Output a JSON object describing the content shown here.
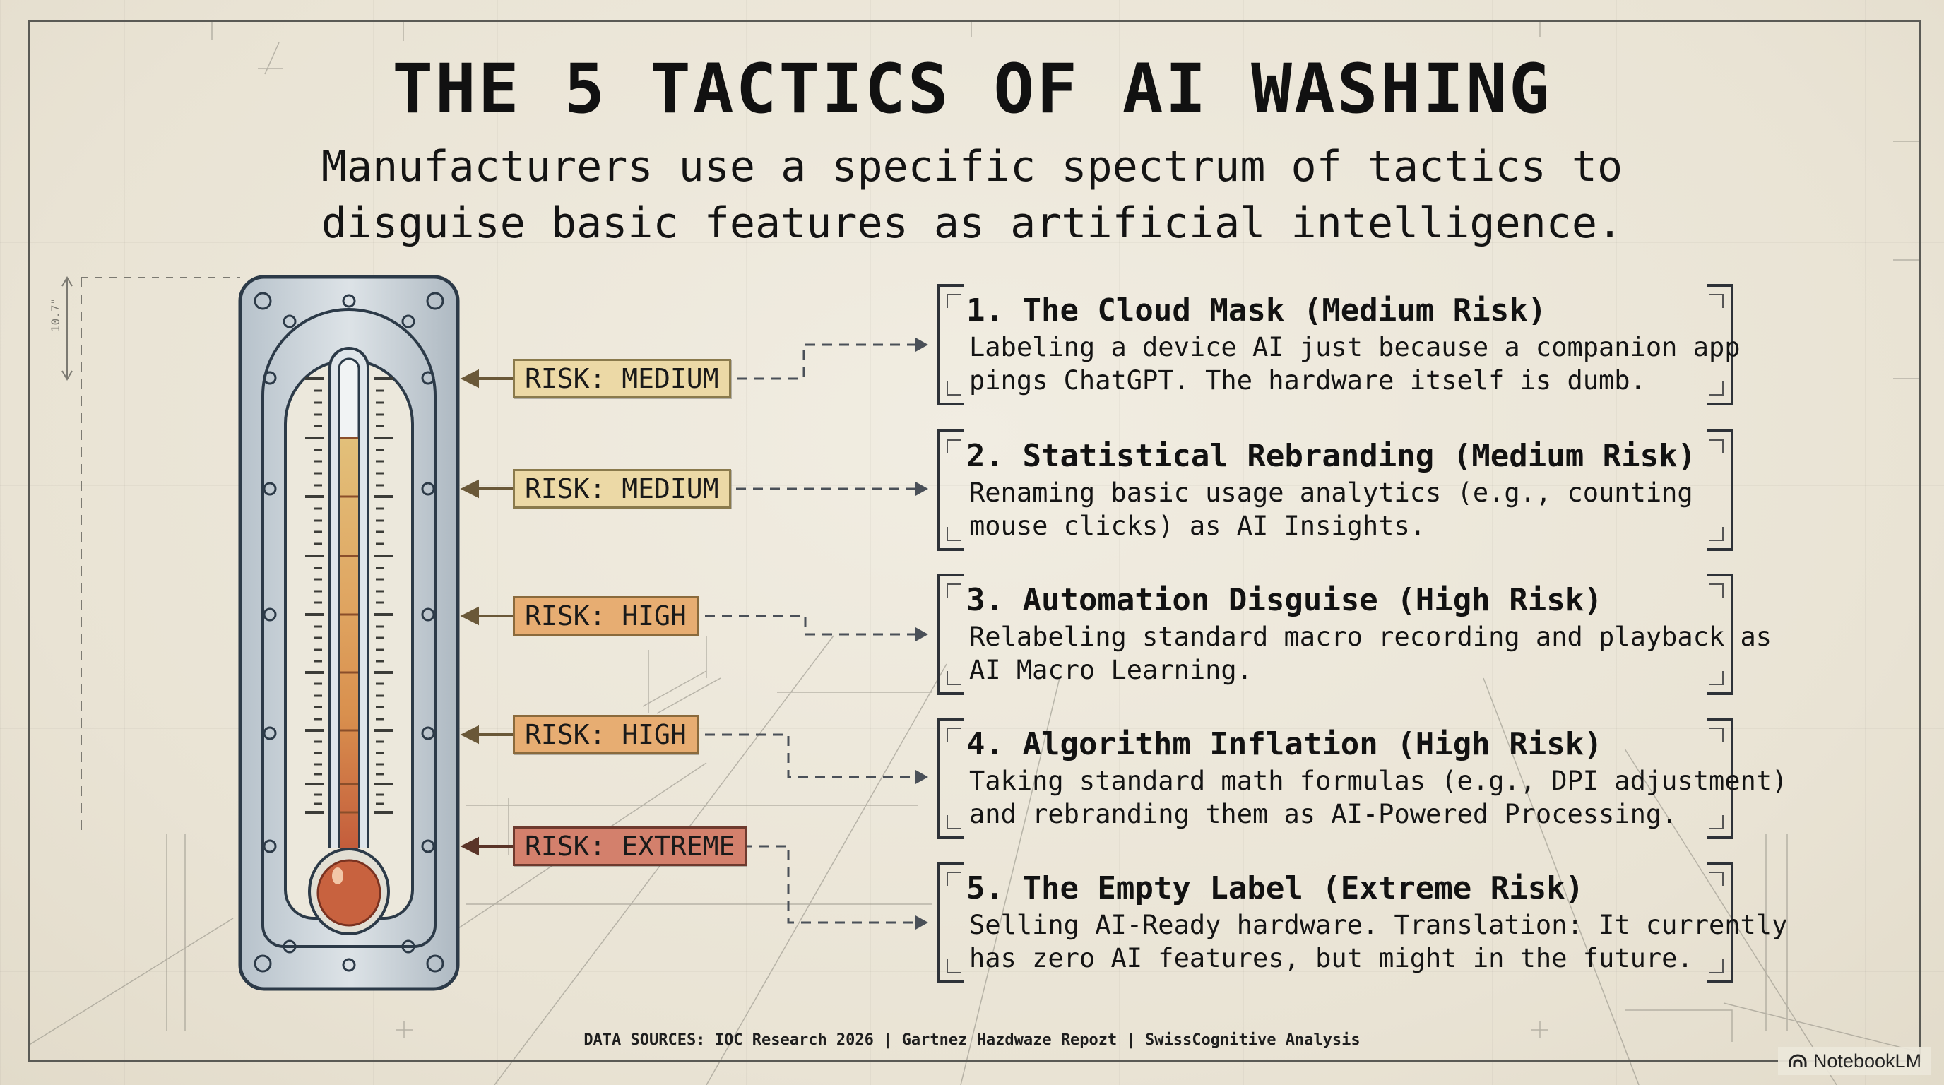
{
  "header": {
    "title": "THE 5 TACTICS OF AI WASHING",
    "subtitle_line1": "Manufacturers use a specific spectrum of tactics to",
    "subtitle_line2": "disguise basic features as artificial intelligence."
  },
  "thermometer": {
    "dimension_label": "10.7\"",
    "fill_colors": [
      "#e2c07a",
      "#e0a864",
      "#d9904e",
      "#cf7a44",
      "#c2583a"
    ]
  },
  "risk_tags": [
    {
      "label": "RISK: MEDIUM",
      "level": "medium",
      "color": "#ecd9a6"
    },
    {
      "label": "RISK: MEDIUM",
      "level": "medium",
      "color": "#ecd9a6"
    },
    {
      "label": "RISK: HIGH",
      "level": "high",
      "color": "#e7ad72"
    },
    {
      "label": "RISK: HIGH",
      "level": "high",
      "color": "#e7ad72"
    },
    {
      "label": "RISK: EXTREME",
      "level": "extreme",
      "color": "#d3806c"
    }
  ],
  "tactics": [
    {
      "title": "1. The Cloud Mask (Medium Risk)",
      "description": "Labeling a device AI just because a companion app\npings ChatGPT. The hardware itself is dumb."
    },
    {
      "title": "2. Statistical Rebranding (Medium Risk)",
      "description": "Renaming basic usage analytics (e.g., counting\nmouse clicks) as AI Insights."
    },
    {
      "title": "3. Automation Disguise (High Risk)",
      "description": "Relabeling standard macro recording and playback as\nAI Macro Learning."
    },
    {
      "title": "4. Algorithm Inflation (High Risk)",
      "description": "Taking standard math formulas (e.g., DPI adjustment)\nand rebranding them as AI-Powered Processing."
    },
    {
      "title": "5. The Empty Label (Extreme Risk)",
      "description": "Selling AI-Ready hardware. Translation: It currently\nhas zero AI features, but might in the future."
    }
  ],
  "footer": {
    "sources": "DATA SOURCES: IOC Research 2026 | Gartnez Hazdwaze Repozt | SwissCognitive Analysis"
  },
  "watermark": {
    "label": "NotebookLM"
  }
}
